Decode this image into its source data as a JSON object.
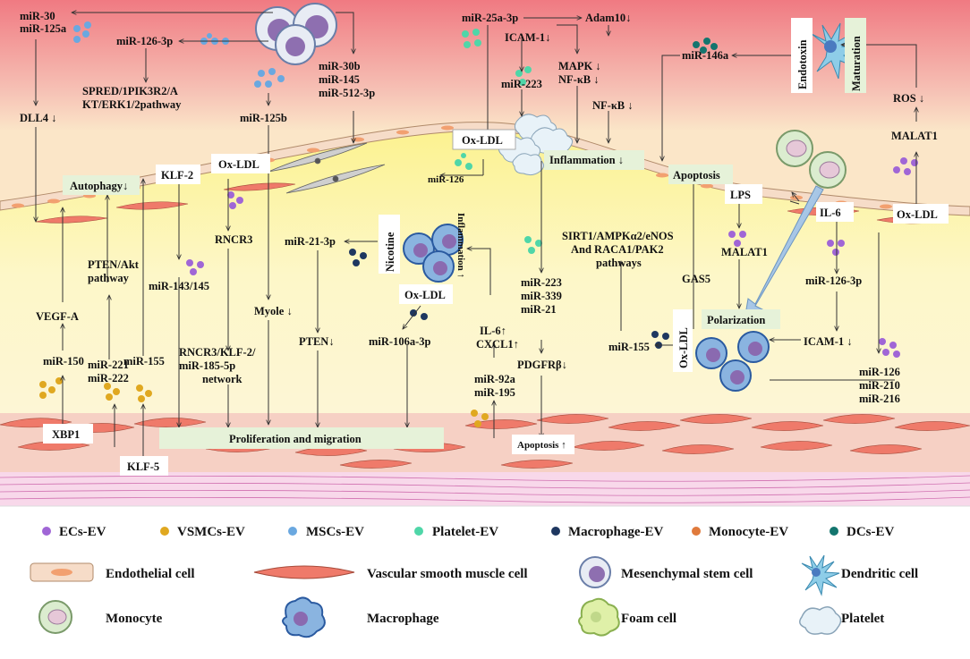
{
  "labels": {
    "mir30_125a": [
      "miR-30",
      "miR-125a"
    ],
    "mir126_3p_top": "miR-126-3p",
    "spred": [
      "SPRED/1PIK3R2/A",
      "KT/ERK1/2pathway"
    ],
    "dll4": "DLL4 ↓",
    "mir30b": [
      "miR-30b",
      "miR-145",
      "miR-512-3p"
    ],
    "mir125b": "miR-125b",
    "mir25a": "miR-25a-3p",
    "adam10": "Adam10↓",
    "icam1_top": "ICAM-1↓",
    "mir223_top": "miR-223",
    "mapk": [
      "MAPK ↓",
      "NF-κB ↓"
    ],
    "nfkb": "NF-κB ↓",
    "mir146a": "miR-146a",
    "endotoxin": "Endotoxin",
    "maturation": "Maturation",
    "ros": "ROS ↓",
    "malat1_right": "MALAT1",
    "oxldl_center": "Ox-LDL",
    "mir126_center": "miR-126",
    "inflammation_down": "Inflammation ↓",
    "apoptosis_top": "Apoptosis",
    "lps": "LPS",
    "il6_right": "IL-6",
    "oxldl_right": "Ox-LDL",
    "autophagy": "Autophagy↓",
    "klf2": "KLF-2",
    "oxldl_left": "Ox-LDL",
    "rncr3": "RNCR3",
    "mir21_3p": "miR-21-3p",
    "nicotine": "Nicotine",
    "inflammation_up": "Inflammation ↑",
    "sirt1": [
      "SIRT1/AMPKα2/eNOS",
      "And RACA1/PAK2",
      "pathways"
    ],
    "pten_akt": [
      "PTEN/Akt",
      "pathway"
    ],
    "mir143": "miR-143/145",
    "myole": "Myole ↓",
    "pten": "PTEN↓",
    "oxldl_mid": "Ox-LDL",
    "mir106a": "miR-106a-3p",
    "mir223_group": [
      "miR-223",
      "miR-339",
      "miR-21"
    ],
    "gas5": "GAS5",
    "malat1_mid": "MALAT1",
    "mir126_3p_right": "miR-126-3p",
    "polarization": "Polarization",
    "icam1_right": "ICAM-1 ↓",
    "vegfa": "VEGF-A",
    "mir150": "miR-150",
    "mir221": [
      "miR-221",
      "miR-222"
    ],
    "mir155_left": "miR-155",
    "rncr3_net": [
      "RNCR3/KLF-2/",
      "miR-185-5p",
      "network"
    ],
    "il6_cxcl1": [
      "IL-6↑",
      "CXCL1↑"
    ],
    "pdgfrb": "PDGFRβ↓",
    "mir92a": [
      "miR-92a",
      "miR-195"
    ],
    "mir155_right": "miR-155",
    "oxldl_vert": "Ox-LDL",
    "mir126_group": [
      "miR-126",
      "miR-210",
      "miR-216"
    ],
    "xbp1": "XBP1",
    "klf5": "KLF-5",
    "prolif": "Proliferation and migration",
    "apoptosis_bottom": "Apoptosis ↑"
  },
  "legend": {
    "ev": [
      {
        "label": "ECs-EV",
        "color": "#a066d6"
      },
      {
        "label": "VSMCs-EV",
        "color": "#e0a820"
      },
      {
        "label": "MSCs-EV",
        "color": "#6aa8e0"
      },
      {
        "label": "Platelet-EV",
        "color": "#4fd6a8"
      },
      {
        "label": "Macrophage-EV",
        "color": "#1e3760"
      },
      {
        "label": "Monocyte-EV",
        "color": "#e07a3c"
      },
      {
        "label": "DCs-EV",
        "color": "#13756e"
      }
    ],
    "cells": [
      {
        "label": "Endothelial cell",
        "icon": "endothelial-cell-icon"
      },
      {
        "label": "Vascular smooth muscle  cell",
        "icon": "smooth-muscle-cell-icon"
      },
      {
        "label": "Mesenchymal stem cell",
        "icon": "mesenchymal-stem-cell-icon"
      },
      {
        "label": "Dendritic cell",
        "icon": "dendritic-cell-icon"
      },
      {
        "label": "Monocyte",
        "icon": "monocyte-icon"
      },
      {
        "label": "Macrophage",
        "icon": "macrophage-icon"
      },
      {
        "label": "Foam cell",
        "icon": "foam-cell-icon"
      },
      {
        "label": "Platelet",
        "icon": "platelet-icon"
      }
    ]
  }
}
